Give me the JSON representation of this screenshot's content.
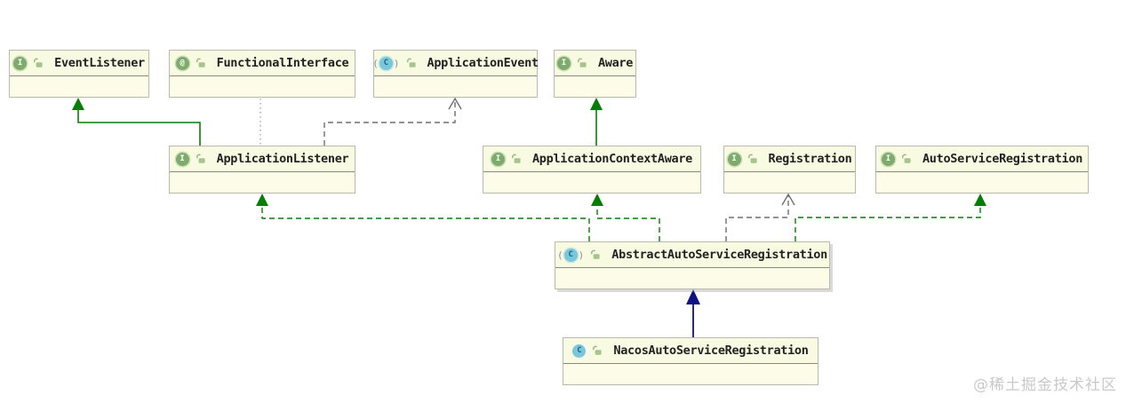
{
  "diagram": {
    "nodes": [
      {
        "id": "EventListener",
        "label": "EventListener",
        "kind": "interface"
      },
      {
        "id": "FunctionalInterface",
        "label": "FunctionalInterface",
        "kind": "annotation"
      },
      {
        "id": "ApplicationEvent",
        "label": "ApplicationEvent",
        "kind": "abstract-class"
      },
      {
        "id": "Aware",
        "label": "Aware",
        "kind": "interface"
      },
      {
        "id": "ApplicationListener",
        "label": "ApplicationListener",
        "kind": "interface"
      },
      {
        "id": "ApplicationContextAware",
        "label": "ApplicationContextAware",
        "kind": "interface"
      },
      {
        "id": "Registration",
        "label": "Registration",
        "kind": "interface"
      },
      {
        "id": "AutoServiceRegistration",
        "label": "AutoServiceRegistration",
        "kind": "interface"
      },
      {
        "id": "AbstractAutoServiceRegistration",
        "label": "AbstractAutoServiceRegistration",
        "kind": "abstract-class"
      },
      {
        "id": "NacosAutoServiceRegistration",
        "label": "NacosAutoServiceRegistration",
        "kind": "class"
      }
    ],
    "edges": [
      {
        "from": "ApplicationListener",
        "to": "EventListener",
        "type": "extends-interface",
        "style": "solid-green-filled-arrow"
      },
      {
        "from": "FunctionalInterface",
        "to": "ApplicationListener",
        "type": "annotation-link",
        "style": "dotted-gray"
      },
      {
        "from": "ApplicationListener",
        "to": "ApplicationEvent",
        "type": "dependency",
        "style": "dashed-gray-open-arrow"
      },
      {
        "from": "ApplicationContextAware",
        "to": "Aware",
        "type": "extends-interface",
        "style": "solid-green-filled-arrow"
      },
      {
        "from": "AbstractAutoServiceRegistration",
        "to": "ApplicationListener",
        "type": "implements",
        "style": "dashed-green-filled-arrow"
      },
      {
        "from": "AbstractAutoServiceRegistration",
        "to": "ApplicationContextAware",
        "type": "implements",
        "style": "dashed-green-filled-arrow"
      },
      {
        "from": "AbstractAutoServiceRegistration",
        "to": "Registration",
        "type": "dependency",
        "style": "dashed-gray-open-arrow"
      },
      {
        "from": "AbstractAutoServiceRegistration",
        "to": "AutoServiceRegistration",
        "type": "implements",
        "style": "dashed-green-filled-arrow"
      },
      {
        "from": "NacosAutoServiceRegistration",
        "to": "AbstractAutoServiceRegistration",
        "type": "extends-class",
        "style": "solid-navy-filled-arrow"
      }
    ]
  },
  "icons": {
    "interface_letter": "I",
    "annotation_symbol": "@",
    "class_letter": "C",
    "abstract_paren_open": "(",
    "abstract_paren_close": ")",
    "lock_icon_name": "unlocked-padlock-icon"
  },
  "colors": {
    "node_fill": "#f9fae2",
    "node_border": "#b9b9ac",
    "extends_interface_line": "#077d06",
    "implements_line": "#077d06",
    "dependency_line": "#6e6e6e",
    "extends_class_line": "#101087",
    "interface_icon": "#7dab6b",
    "class_icon": "#79c7dd"
  },
  "watermark": {
    "text": "@稀土掘金技术社区"
  }
}
